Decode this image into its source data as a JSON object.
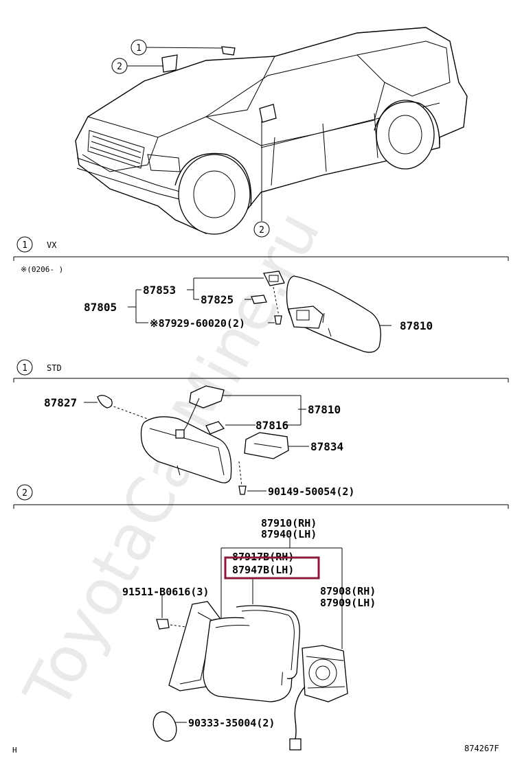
{
  "watermark": "ToyotaCarMine.ru",
  "sections": {
    "vx": {
      "number": "1",
      "label": "VX",
      "note": "※(0206-    )"
    },
    "std": {
      "number": "1",
      "label": "STD"
    },
    "outer": {
      "number": "2"
    }
  },
  "vehicle_callouts": [
    "1",
    "2",
    "2"
  ],
  "parts": {
    "p87853": "87853",
    "p87805": "87805",
    "p87825": "87825",
    "p87929": "※87929-60020(2)",
    "p87810a": "87810",
    "p87827": "87827",
    "p87810b": "87810",
    "p87816": "87816",
    "p87834": "87834",
    "p90149": "90149-50054(2)",
    "p87910": "87910(RH)",
    "p87940": "87940(LH)",
    "p87917": "87917B(RH)",
    "p87947": "87947B(LH)",
    "p87908": "87908(RH)",
    "p87909": "87909(LH)",
    "p91511": "91511-B0616(3)",
    "p90333": "90333-35004(2)"
  },
  "footer": {
    "left_mark": "H",
    "drawing_code": "874267F"
  },
  "colors": {
    "highlight": "#8b1a3a",
    "ink": "#000000",
    "watermark": "#d9d9d9"
  }
}
